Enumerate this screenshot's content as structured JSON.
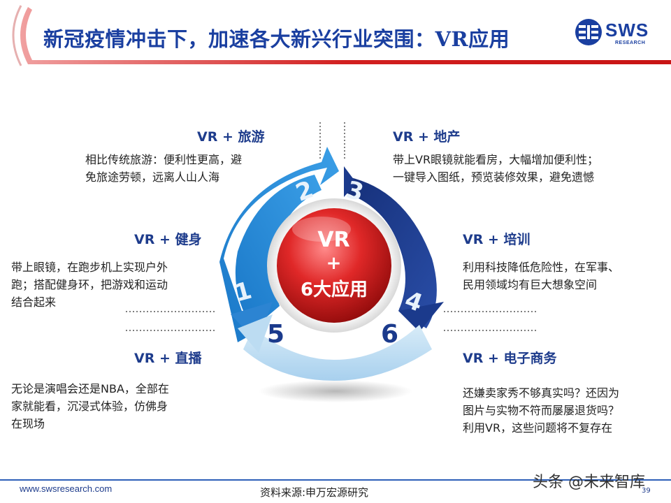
{
  "header": {
    "title": "新冠疫情冲击下，加速各大新兴行业突围：VR应用",
    "logo": "SWS",
    "logo_sub": "RESEARCH"
  },
  "center": {
    "line1": "VR",
    "line2": "+",
    "line3": "6大应用"
  },
  "segment_numbers": [
    "1",
    "2",
    "3",
    "4",
    "5",
    "6"
  ],
  "applications": {
    "tourism": {
      "label": "VR + 旅游",
      "desc": [
        "相比传统旅游：便利性更高，避",
        "免旅途劳顿，远离人山人海"
      ]
    },
    "realestate": {
      "label": "VR + 地产",
      "desc": [
        "带上VR眼镜就能看房，大幅增加便利性；",
        "一键导入图纸，预览装修效果，避免遗憾"
      ]
    },
    "fitness": {
      "label": "VR + 健身",
      "desc": [
        "带上眼镜，在跑步机上实现户外",
        "跑；搭配健身环，把游戏和运动",
        "结合起来"
      ]
    },
    "training": {
      "label": "VR + 培训",
      "desc": [
        "利用科技降低危险性，在军事、",
        "民用领域均有巨大想象空间"
      ]
    },
    "livestream": {
      "label": "VR + 直播",
      "desc": [
        "无论是演唱会还是NBA，全部在",
        "家就能看，沉浸式体验，仿佛身",
        "在现场"
      ]
    },
    "ecommerce": {
      "label": "VR + 电子商务",
      "desc": [
        "还嫌卖家秀不够真实吗？还因为",
        "图片与实物不符而屡屡退货吗？",
        "利用VR，这些问题将不复存在"
      ]
    }
  },
  "footer": {
    "url": "www.swsresearch.com",
    "source": "资料来源:申万宏源研究",
    "page": "39",
    "watermark": "头条 @未来智库"
  },
  "colors": {
    "title": "#1a3fa0",
    "dark_blue": "#1b3a8c",
    "mid_blue": "#2c84d2",
    "light_blue": "#bcdcf2",
    "center_red": "#d42424"
  }
}
